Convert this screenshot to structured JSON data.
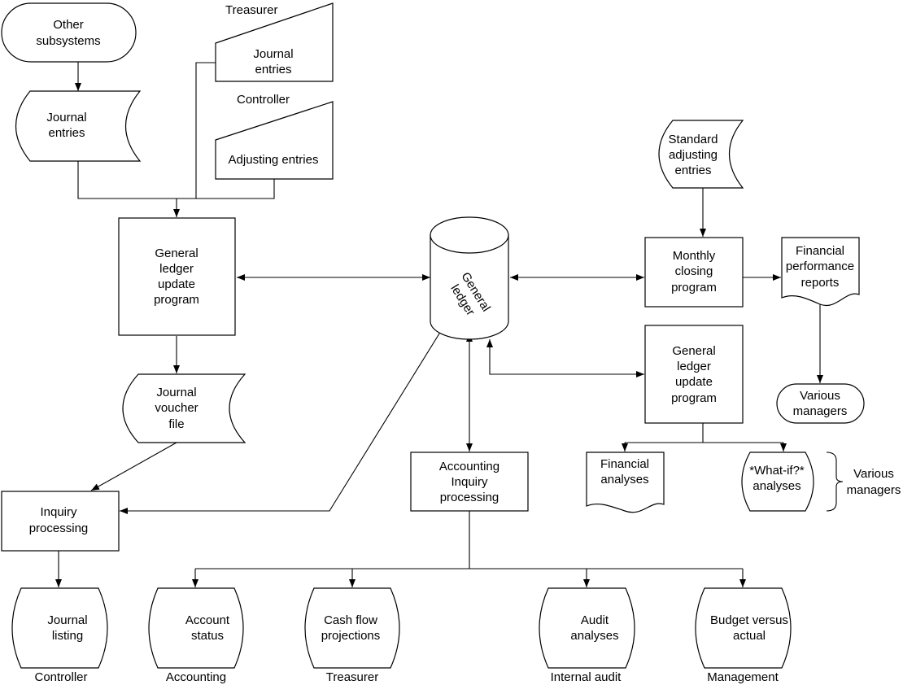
{
  "nodes": {
    "other_subsystems": [
      "Other",
      "subsystems"
    ],
    "journal_entries_storage": [
      "Journal",
      "entries"
    ],
    "treasurer_journal_entries": [
      "Journal",
      "entries"
    ],
    "controller_adjusting_entries": [
      "Adjusting entries"
    ],
    "general_ledger_update_program_left": [
      "General",
      "ledger",
      "update",
      "program"
    ],
    "general_ledger_db": [
      "General",
      "ledger"
    ],
    "standard_adjusting_entries": [
      "Standard",
      "adjusting",
      "entries"
    ],
    "monthly_closing_program": [
      "Monthly",
      "closing",
      "program"
    ],
    "financial_performance_reports": [
      "Financial",
      "performance",
      "reports"
    ],
    "various_managers_terminal": [
      "Various",
      "managers"
    ],
    "general_ledger_update_program_right": [
      "General",
      "ledger",
      "update",
      "program"
    ],
    "financial_analyses": [
      "Financial",
      "analyses"
    ],
    "what_if_analyses": [
      "*What-if?*",
      "analyses"
    ],
    "journal_voucher_file": [
      "Journal",
      "voucher",
      "file"
    ],
    "inquiry_processing": [
      "Inquiry",
      "processing"
    ],
    "accounting_inquiry_processing": [
      "Accounting",
      "Inquiry",
      "processing"
    ],
    "journal_listing": [
      "Journal",
      "listing"
    ],
    "account_status": [
      "Account",
      "status"
    ],
    "cash_flow_projections": [
      "Cash flow",
      "projections"
    ],
    "audit_analyses": [
      "Audit",
      "analyses"
    ],
    "budget_versus_actual": [
      "Budget versus",
      "actual"
    ]
  },
  "labels": {
    "treasurer_top": "Treasurer",
    "controller_top": "Controller",
    "various_managers_brace": [
      "Various",
      "managers"
    ],
    "controller_bottom": "Controller",
    "accounting_bottom": "Accounting",
    "treasurer_bottom": "Treasurer",
    "internal_audit_bottom": "Internal audit",
    "management_bottom": "Management"
  }
}
